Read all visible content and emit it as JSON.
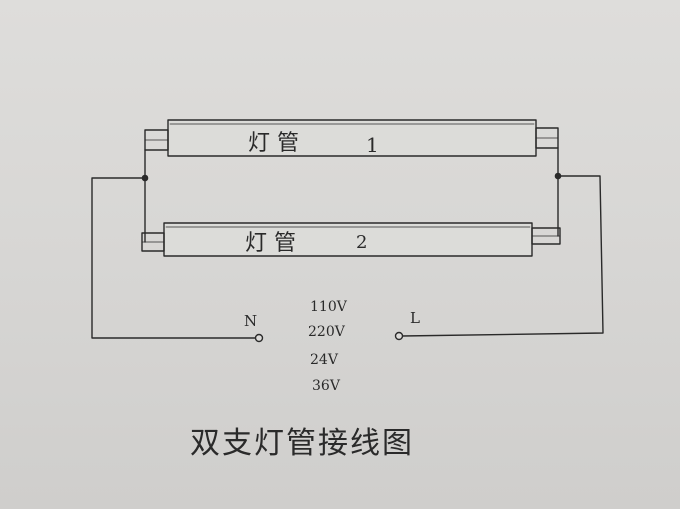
{
  "tube1": {
    "label": "灯 管",
    "number": "1"
  },
  "tube2": {
    "label": "灯 管",
    "number": "2"
  },
  "terminals": {
    "neutral": "N",
    "live": "L"
  },
  "voltages": [
    "110V",
    "220V",
    "24V",
    "36V"
  ],
  "caption": "双支灯管接线图",
  "colors": {
    "paper": "#dcdbd9",
    "ink": "#2a2a2a",
    "tube_fill": "#dcdcd9"
  }
}
